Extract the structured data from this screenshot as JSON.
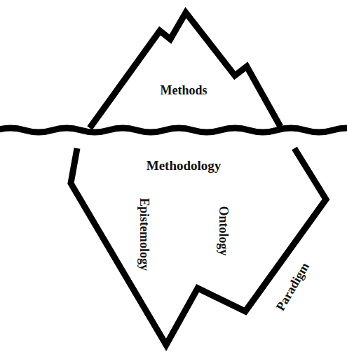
{
  "diagram": {
    "nodes": [
      {
        "text": [
          "Methods"
        ]
      },
      {
        "text": [
          "Methodology",
          "Epistemology",
          "Ontology",
          "Paradigm"
        ]
      }
    ]
  }
}
